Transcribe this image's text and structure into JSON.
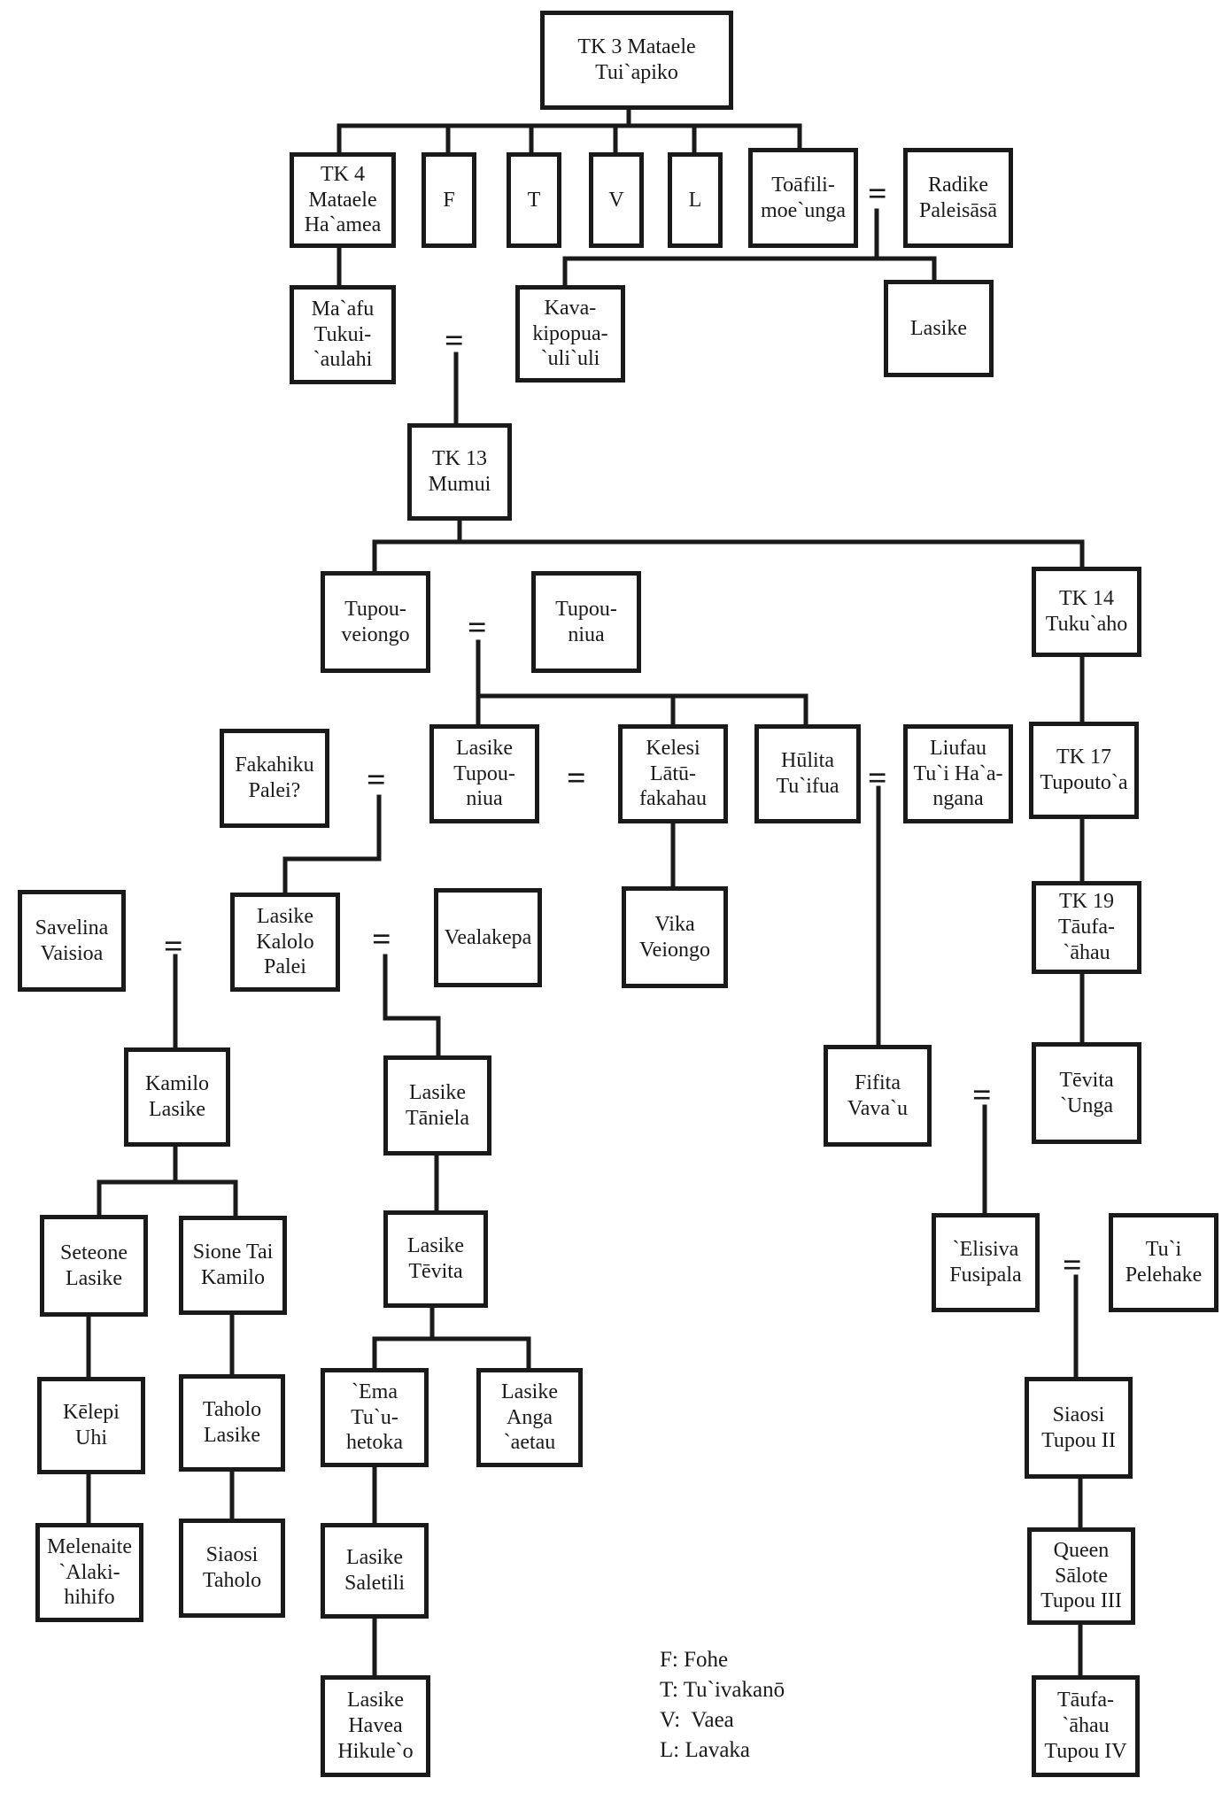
{
  "nodes": {
    "tk3": "TK 3 Mataele\nTui`apiko",
    "tk4": "TK 4\nMataele\nHa`amea",
    "f": "F",
    "t": "T",
    "v": "V",
    "l": "L",
    "toafili": "Toāfili-\nmoe`unga",
    "radike": "Radike\nPaleisāsā",
    "maafu": "Ma`afu\nTukui-\n`aulahi",
    "kava": "Kava-\nkipopua-\n`uli`uli",
    "lasike1": "Lasike",
    "tk13": "TK 13\nMumui",
    "tupouveiongo": "Tupou-\nveiongo",
    "tupouniua": "Tupou-\nniua",
    "tk14": "TK 14\nTuku`aho",
    "fakahiku": "Fakahiku\nPalei?",
    "lasiketupouniua": "Lasike\nTupou-\nniua",
    "kelesi": "Kelesi\nLātū-\nfakahau",
    "hulita": "Hūlita\nTu`ifua",
    "liufau": "Liufau\nTu`i Ha`a-\nngana",
    "tk17": "TK 17\nTupouto`a",
    "savelina": "Savelina\nVaisioa",
    "lasikekalolo": "Lasike\nKalolo\nPalei",
    "vealakepa": "Vealakepa",
    "vika": "Vika\nVeiongo",
    "tk19": "TK 19\nTāufa-\n`āhau",
    "kamilo": "Kamilo\nLasike",
    "lasiketaniela": "Lasike\nTāniela",
    "fifita": "Fifita\nVava`u",
    "tevitaunga": "Tēvita\n`Unga",
    "seteone": "Seteone\nLasike",
    "sione": "Sione Tai\nKamilo",
    "lasiketevita": "Lasike\nTēvita",
    "elisiva": "`Elisiva\nFusipala",
    "tuipelehake": "Tu`i\nPelehake",
    "kelepi": "Kēlepi\nUhi",
    "taholo": "Taholo\nLasike",
    "ema": "`Ema\nTu`u-\nhetoka",
    "lasikeanga": "Lasike\nAnga\n`aetau",
    "siaositupou": "Siaosi\nTupou II",
    "melenaite": "Melenaite\n`Alaki-\nhihifo",
    "siaositaholo": "Siaosi\nTaholo",
    "lasikesaletili": "Lasike\nSaletili",
    "salote": "Queen\nSālote\nTupou III",
    "lasikehavea": "Lasike\nHavea\nHikule`o",
    "taufaahau4": "Tāufa-\n`āhau\nTupou IV"
  },
  "equals_symbol": "=",
  "legend": [
    "F: Fohe",
    "T: Tu`ivakanō",
    "V:  Vaea",
    "L: Lavaka"
  ]
}
